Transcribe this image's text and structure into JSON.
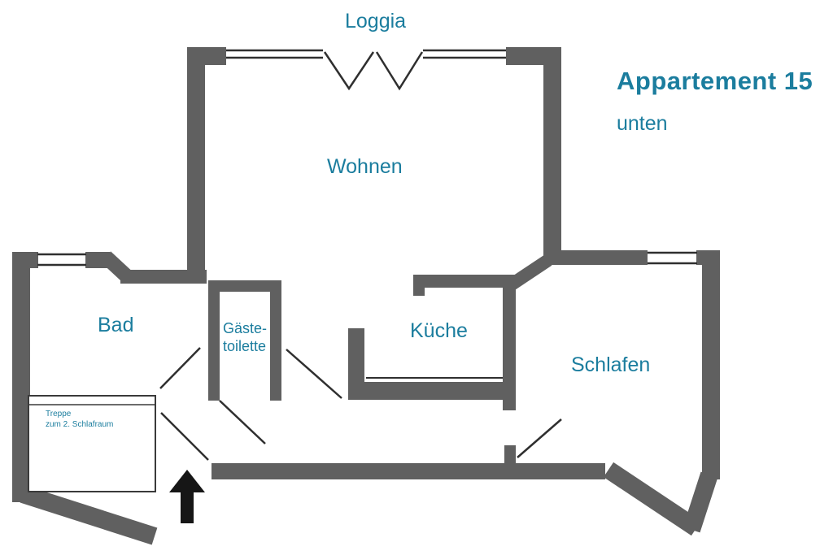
{
  "header": {
    "title": "Appartement 15",
    "subtitle": "unten"
  },
  "rooms": {
    "loggia": "Loggia",
    "wohnen": "Wohnen",
    "bad": "Bad",
    "gaestetoilette": {
      "line1": "Gäste-",
      "line2": "toilette"
    },
    "kueche": "Küche",
    "schlafen": "Schlafen"
  },
  "annotations": {
    "treppe": {
      "line1": "Treppe",
      "line2": "zum 2. Schlafraum"
    }
  },
  "colors": {
    "label": "#1b7d9e",
    "wall": "#606060",
    "line": "#2f2f2f",
    "arrow": "#161616",
    "background": "#ffffff"
  }
}
